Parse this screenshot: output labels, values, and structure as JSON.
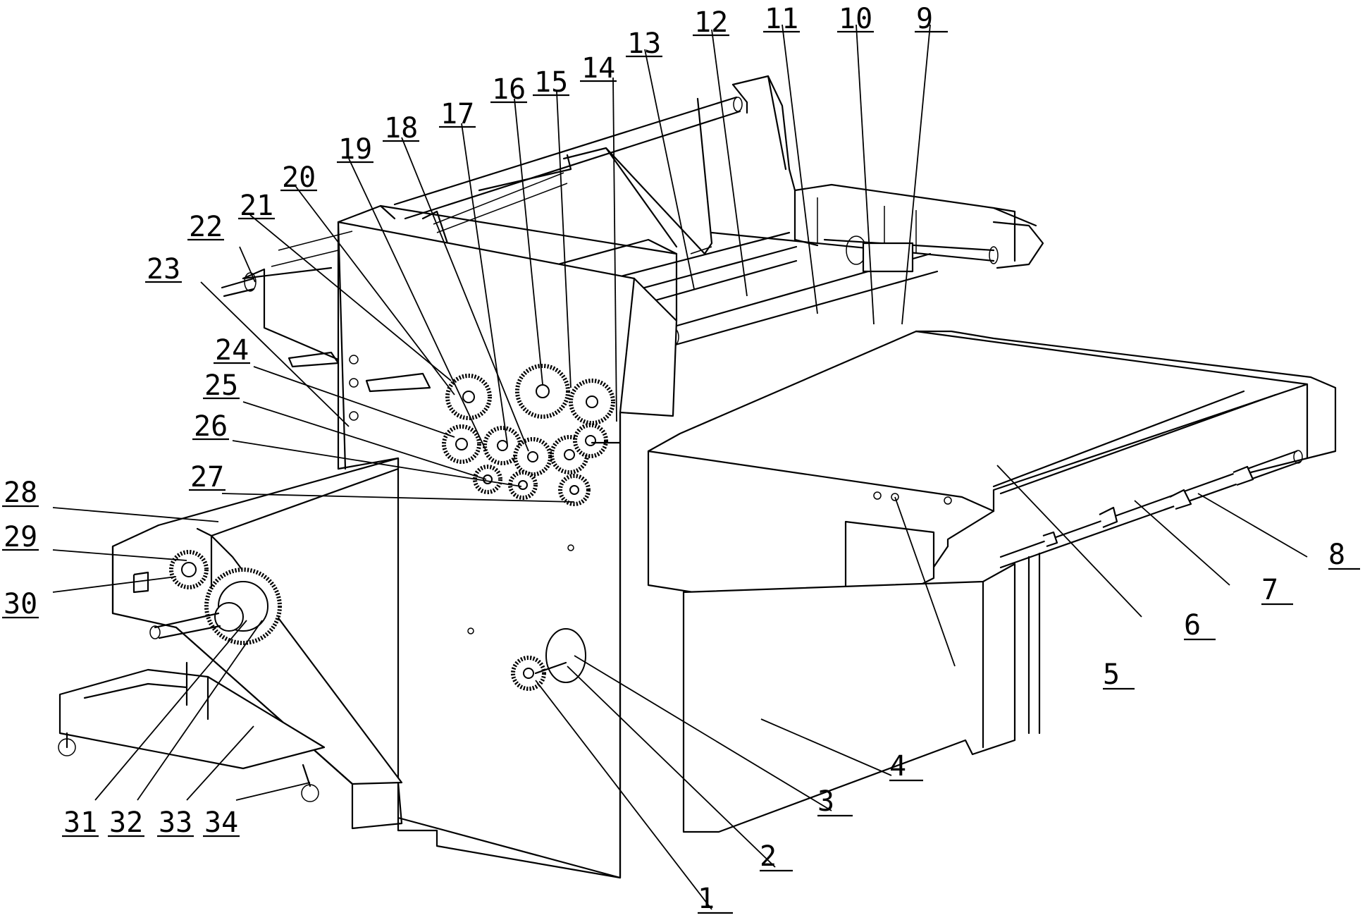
{
  "labels": [
    "1",
    "2",
    "3",
    "4",
    "5",
    "6",
    "7",
    "8",
    "9",
    "10",
    "11",
    "12",
    "13",
    "14",
    "15",
    "16",
    "17",
    "18",
    "19",
    "20",
    "21",
    "22",
    "23",
    "24",
    "25",
    "26",
    "27",
    "28",
    "29",
    "30",
    "31",
    "32",
    "33",
    "34"
  ]
}
